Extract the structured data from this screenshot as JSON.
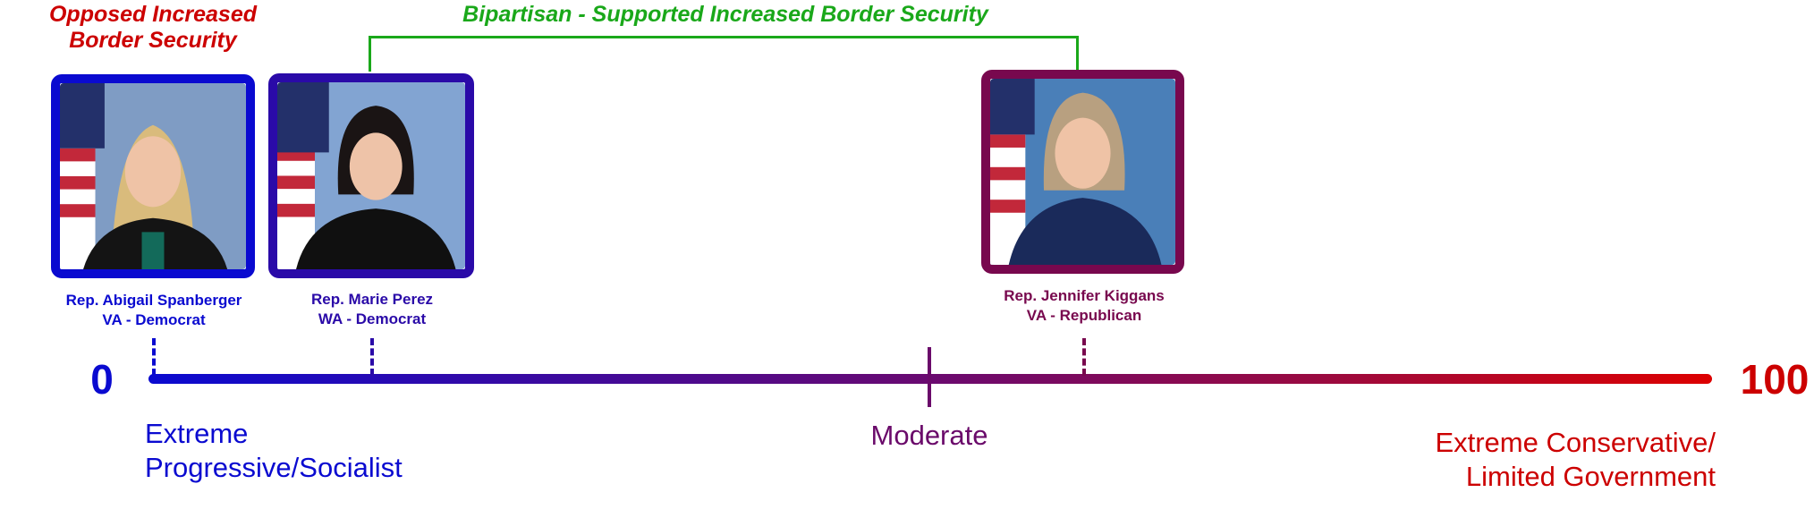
{
  "headers": {
    "opposed_line1": "Opposed Increased",
    "opposed_line2": "Border Security",
    "bipartisan": "Bipartisan - Supported Increased Border Security"
  },
  "representatives": [
    {
      "name": "Rep. Abigail Spanberger",
      "affiliation": "VA - Democrat",
      "color": "#0a0ad0"
    },
    {
      "name": "Rep. Marie Perez",
      "affiliation": "WA - Democrat",
      "color": "#2a0aa8"
    },
    {
      "name": "Rep. Jennifer Kiggans",
      "affiliation": "VA - Republican",
      "color": "#78084e"
    }
  ],
  "scale": {
    "min": "0",
    "max": "100",
    "left_label_line1": "Extreme",
    "left_label_line2": "Progressive/Socialist",
    "middle_label": "Moderate",
    "right_label_line1": "Extreme Conservative/",
    "right_label_line2": "Limited Government"
  },
  "colors": {
    "red": "#cc0000",
    "green": "#1aa81a",
    "blue": "#0a0ad0",
    "purple": "#6a0a6a"
  }
}
